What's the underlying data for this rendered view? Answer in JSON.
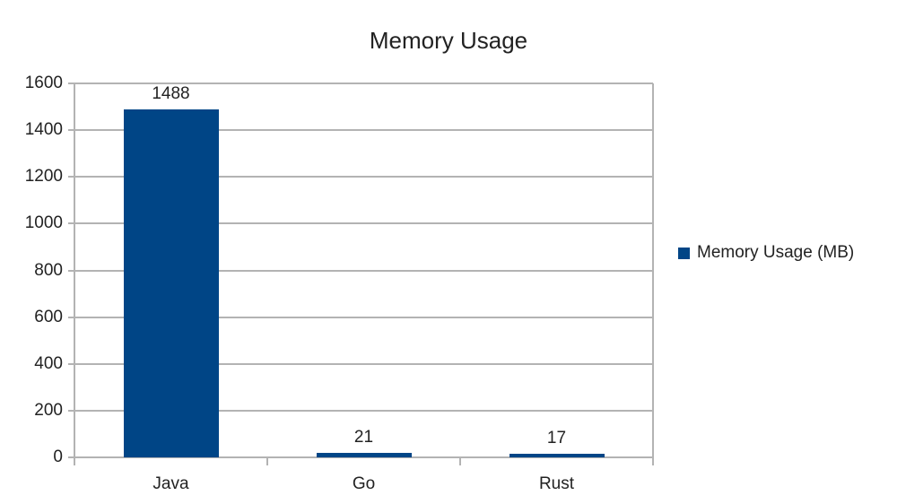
{
  "chart_data": {
    "type": "bar",
    "title": "Memory Usage",
    "categories": [
      "Java",
      "Go",
      "Rust"
    ],
    "series": [
      {
        "name": "Memory Usage (MB)",
        "values": [
          1488,
          21,
          17
        ],
        "color": "#004586"
      }
    ],
    "xlabel": "",
    "ylabel": "",
    "ylim": [
      0,
      1600
    ],
    "yticks": [
      0,
      200,
      400,
      600,
      800,
      1000,
      1200,
      1400,
      1600
    ],
    "grid": true,
    "legend_position": "right",
    "data_labels": [
      "1488",
      "21",
      "17"
    ]
  }
}
